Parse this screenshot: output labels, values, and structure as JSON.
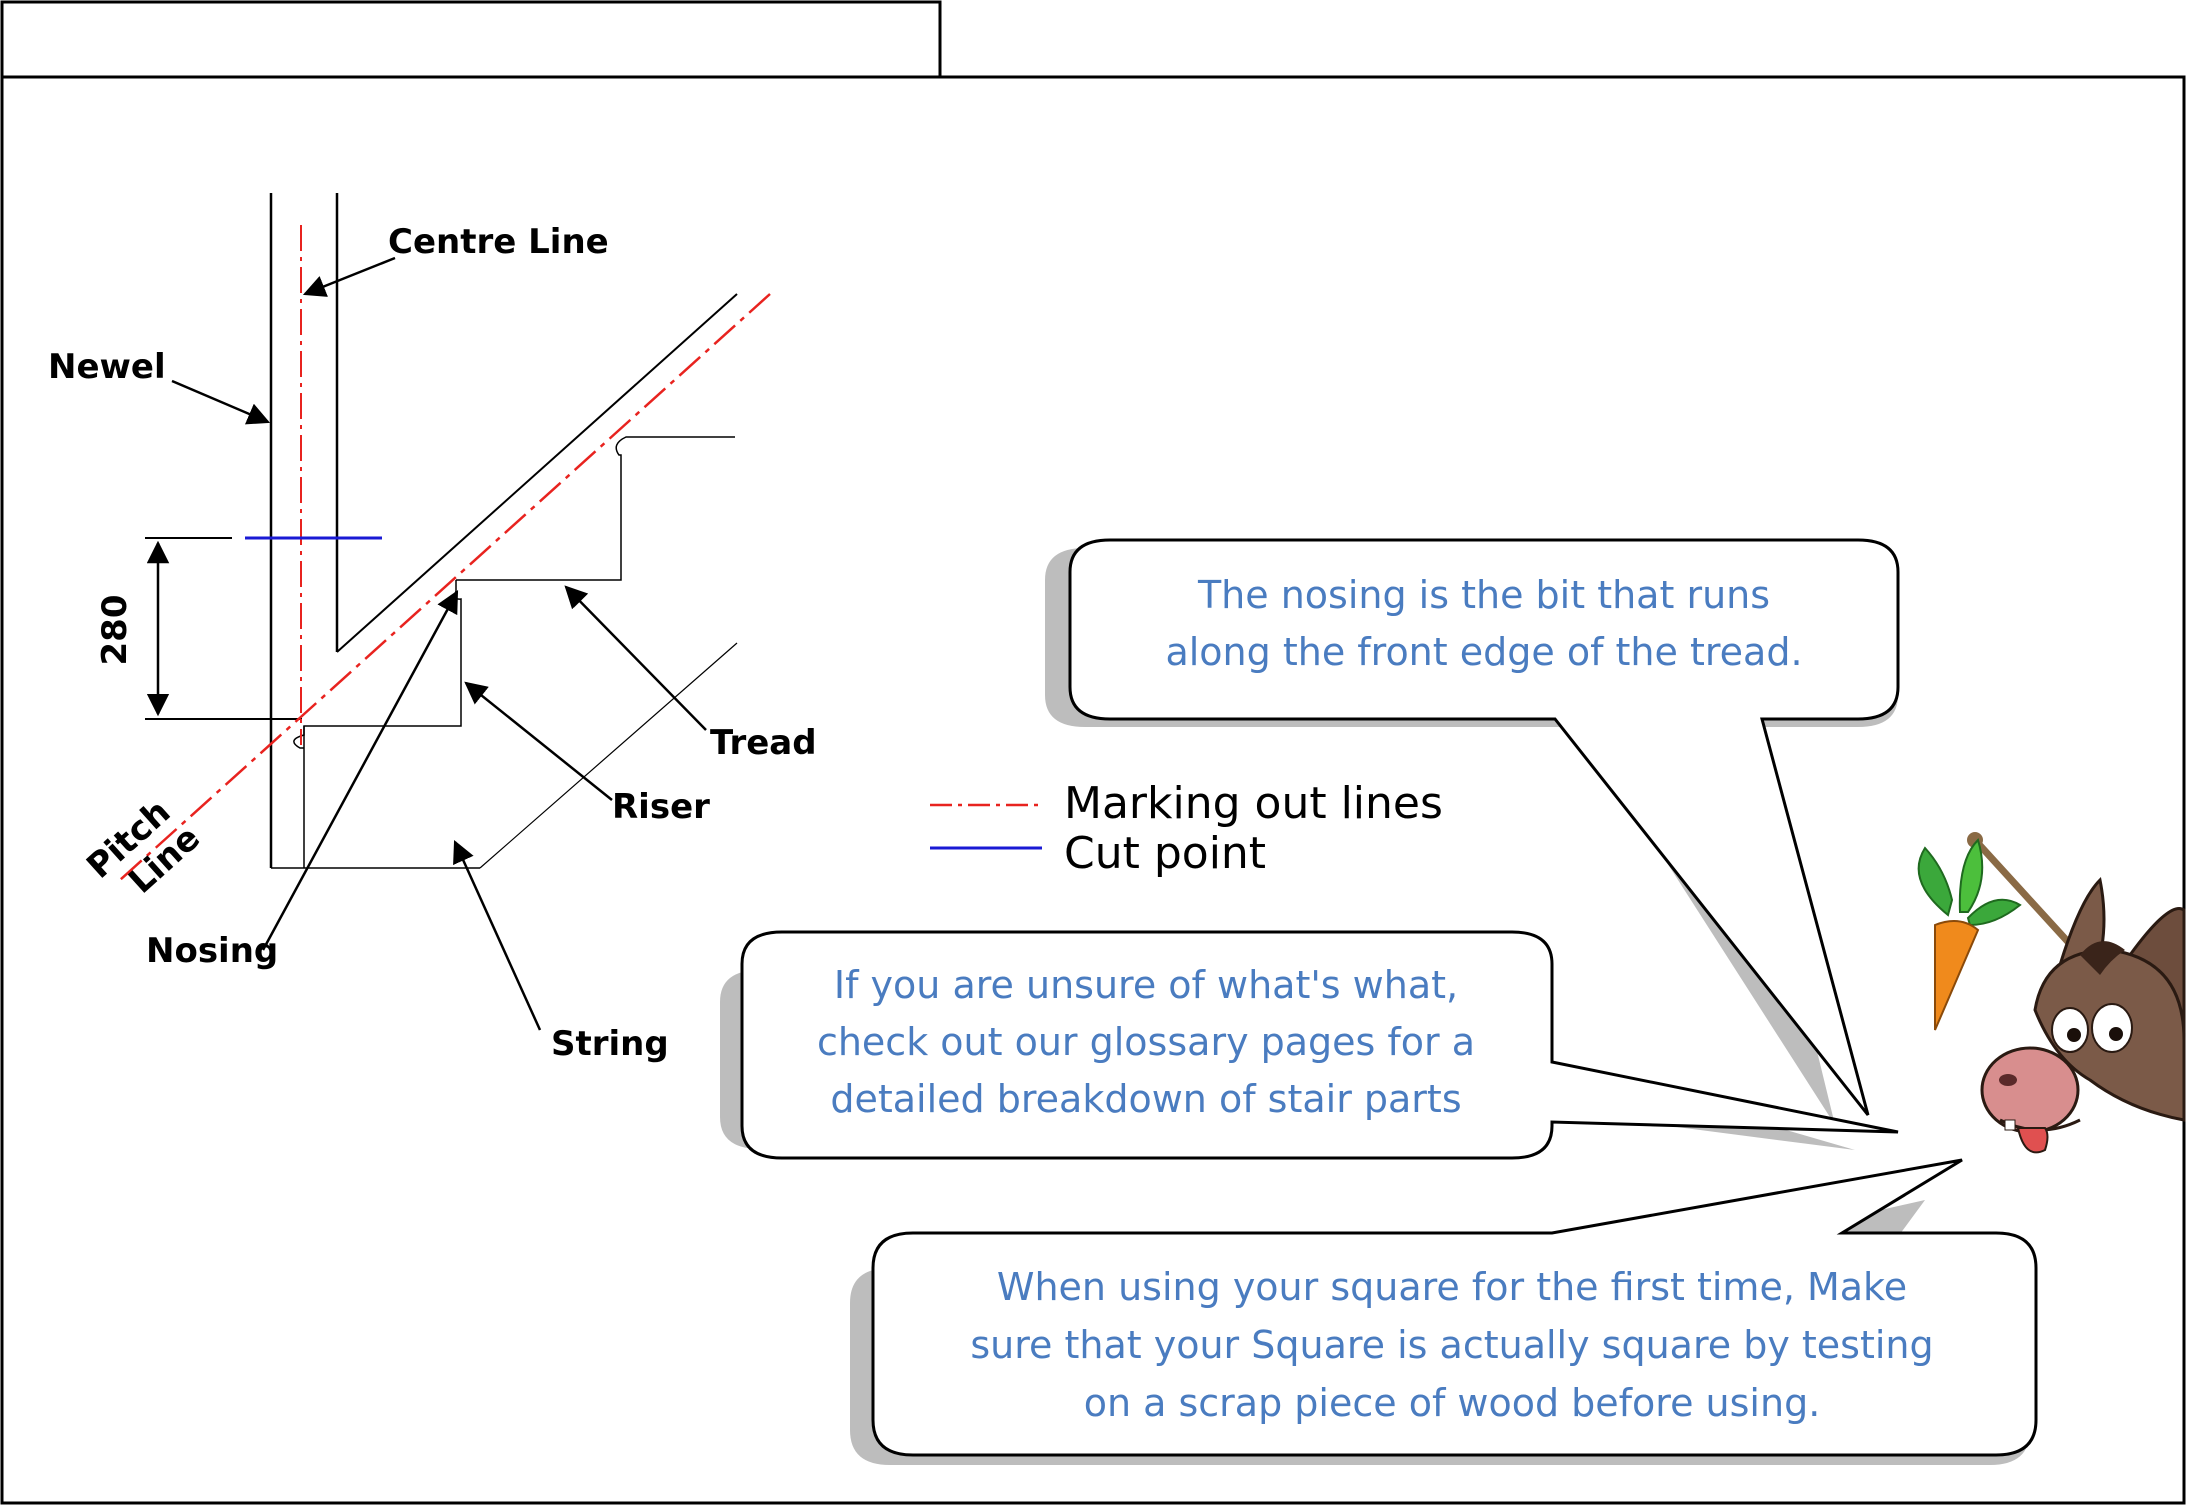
{
  "labels": {
    "centre_line": "Centre Line",
    "newel": "Newel",
    "dimension": "280",
    "pitch": "Pitch",
    "line": "Line",
    "tread": "Tread",
    "riser": "Riser",
    "nosing": "Nosing",
    "string": "String"
  },
  "legend": {
    "marking": "Marking out lines",
    "cut": "Cut point"
  },
  "bubbles": {
    "nosing_tip": [
      "The nosing is the bit that runs",
      "along the front edge of the tread."
    ],
    "glossary_tip": [
      "If you are unsure of what's what,",
      "check out our glossary pages for a",
      "detailed breakdown of stair parts"
    ],
    "square_tip": [
      "When using your square for the first time, Make",
      "sure that your Square is actually square by testing",
      "on a scrap piece of wood before using."
    ]
  },
  "colors": {
    "marking_line": "#e8231f",
    "cut_line": "#1a1ad4",
    "bubble_text": "#4a7cc0",
    "bubble_shadow": "#bdbdbd"
  },
  "icons": {
    "mascot": "donkey-with-carrot-icon"
  }
}
